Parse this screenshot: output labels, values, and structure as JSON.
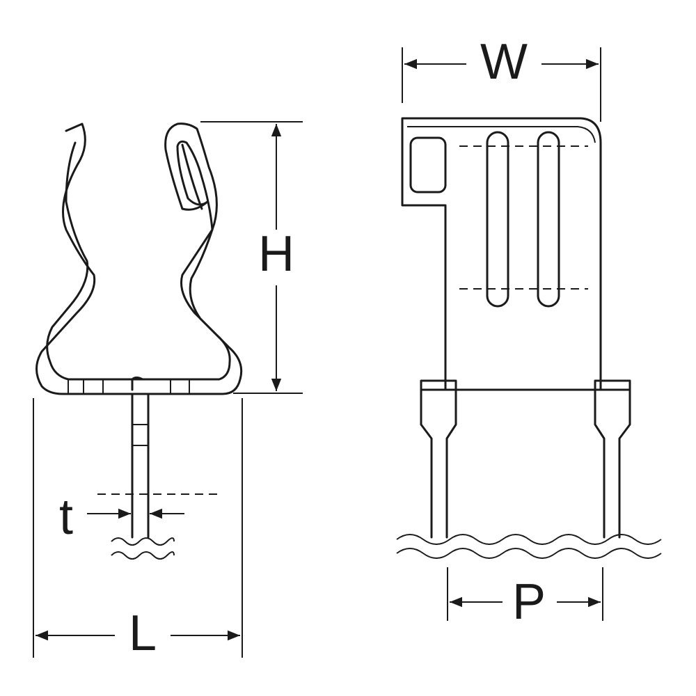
{
  "labels": {
    "width": "W",
    "height": "H",
    "thickness": "t",
    "length": "L",
    "pitch": "P"
  },
  "colors": {
    "line": "#1a1a1a",
    "background": "#ffffff"
  }
}
